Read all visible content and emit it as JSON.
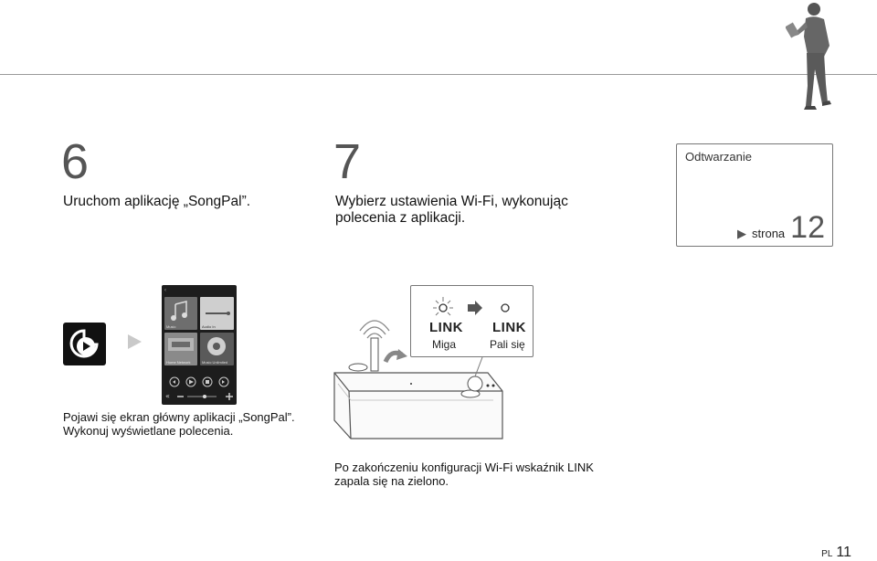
{
  "step6": {
    "number": "6",
    "text": "Uruchom aplikację „SongPal”."
  },
  "step7": {
    "number": "7",
    "text_line1": "Wybierz ustawienia Wi-Fi, wykonując",
    "text_line2": "polecenia z aplikacji."
  },
  "ref_box": {
    "title": "Odtwarzanie",
    "label": "strona",
    "page": "12"
  },
  "app_screen": {
    "tiles": [
      "Music",
      "Audio In",
      "Home Network",
      "Music Unlimited"
    ]
  },
  "link_indicator": {
    "label_before": "LINK",
    "state_before": "Miga",
    "label_after": "LINK",
    "state_after": "Pali się"
  },
  "caption_left": {
    "line1": "Pojawi się ekran główny aplikacji „SongPal”.",
    "line2": "Wykonuj wyświetlane polecenia."
  },
  "caption_right": {
    "line1": "Po zakończeniu konfiguracji Wi-Fi wskaźnik LINK",
    "line2": "zapala się na zielono."
  },
  "footer": {
    "lang": "PL",
    "page": "11"
  },
  "colors": {
    "rule": "#9a9a9a",
    "text": "#111111",
    "number_gray": "#555555",
    "arrow_gray": "#c9c9c9"
  }
}
